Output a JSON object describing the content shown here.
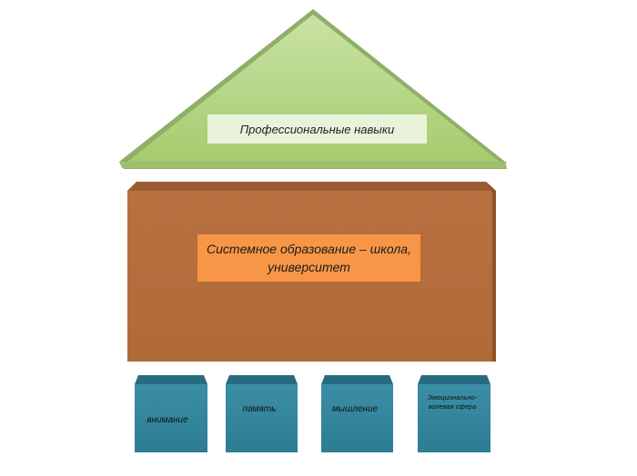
{
  "roof": {
    "label": "Профессиональные  навыки",
    "colors": {
      "top": "#c9e3a5",
      "bottom": "#a6cb6e",
      "edge": "#8fae67"
    }
  },
  "wall": {
    "label": "Системное образование  – школа, университет",
    "colors": {
      "front": "#b56d3b",
      "top": "#9c5c32",
      "label_bg": "#f79646"
    }
  },
  "foundation": {
    "blocks": [
      {
        "label": "внимание"
      },
      {
        "label": "память"
      },
      {
        "label": "мышление"
      },
      {
        "label": "Эмоционально-волевая сфера"
      }
    ],
    "colors": {
      "front": "#31859c",
      "top": "#266c80"
    }
  }
}
